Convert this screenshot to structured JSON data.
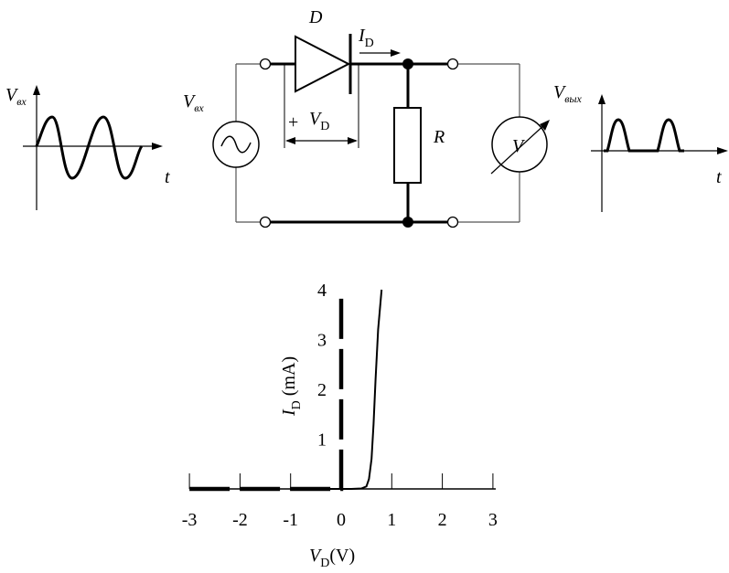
{
  "circuit": {
    "diode_label": "D",
    "current_label": "I",
    "current_sub": "D",
    "vin_label": "V",
    "vin_sub": "вх",
    "vd_plus": "+",
    "vd_label": "V",
    "vd_sub": "D",
    "resistor_label": "R",
    "meter_label": "V"
  },
  "input_wave": {
    "ylabel": "V",
    "ysub": "вх",
    "xlabel": "t"
  },
  "output_wave": {
    "ylabel": "V",
    "ysub": "вых",
    "xlabel": "t"
  },
  "chart_data": {
    "type": "line",
    "xlabel": "V",
    "xlabel_sub": "D",
    "xlabel_unit": "(V)",
    "ylabel": "I",
    "ylabel_sub": "D",
    "ylabel_unit": "(mA)",
    "xlim": [
      -3,
      3
    ],
    "ylim": [
      0,
      4
    ],
    "x_ticks": [
      "-3",
      "-2",
      "-1",
      "0",
      "1",
      "2",
      "3"
    ],
    "y_ticks": [
      "1",
      "2",
      "3",
      "4"
    ],
    "series": [
      {
        "style": "dashed-thick",
        "x": [
          -3.0,
          -2.0,
          -1.0,
          -0.3,
          0.0,
          0.0
        ],
        "y": [
          0.0,
          0.0,
          0.0,
          0.0,
          0.0,
          4.0
        ]
      },
      {
        "style": "solid",
        "x": [
          -0.3,
          0.2,
          0.4,
          0.5,
          0.55,
          0.6,
          0.64,
          0.68,
          0.73,
          0.8
        ],
        "y": [
          0.0,
          0.0,
          0.01,
          0.05,
          0.2,
          0.6,
          1.3,
          2.2,
          3.2,
          4.0
        ]
      }
    ]
  }
}
